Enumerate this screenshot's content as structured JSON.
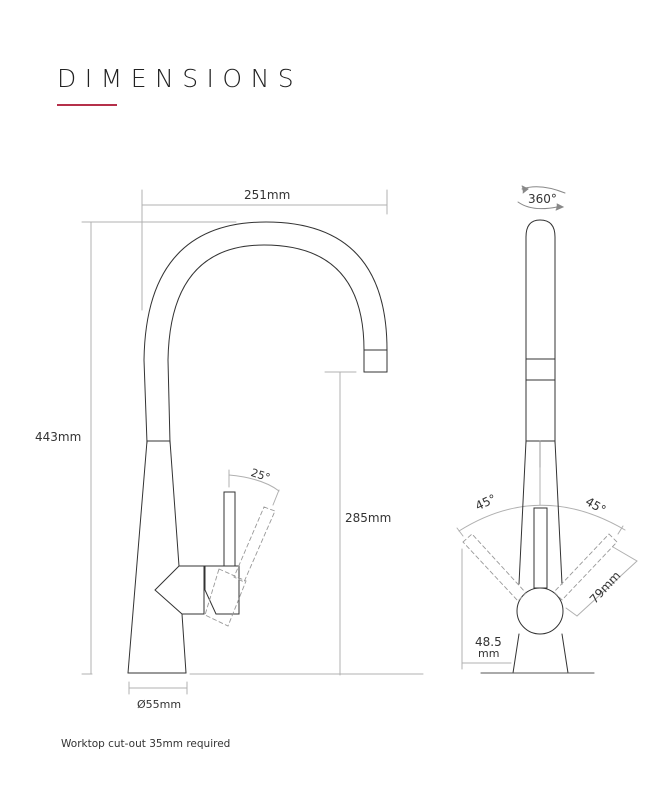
{
  "header": {
    "title": "DIMENSIONS",
    "accent_color": "#b5304a"
  },
  "side_view": {
    "spout_reach": "251mm",
    "total_height": "443mm",
    "spout_clearance": "285mm",
    "base_diameter": "Ø55mm",
    "lever_angle": "25°"
  },
  "front_view": {
    "swivel": "360°",
    "lever_left_angle": "45°",
    "lever_right_angle": "45°",
    "lever_length": "79mm",
    "handle_height_value": "48.5",
    "handle_height_unit": "mm"
  },
  "footnote": "Worktop cut-out 35mm required"
}
